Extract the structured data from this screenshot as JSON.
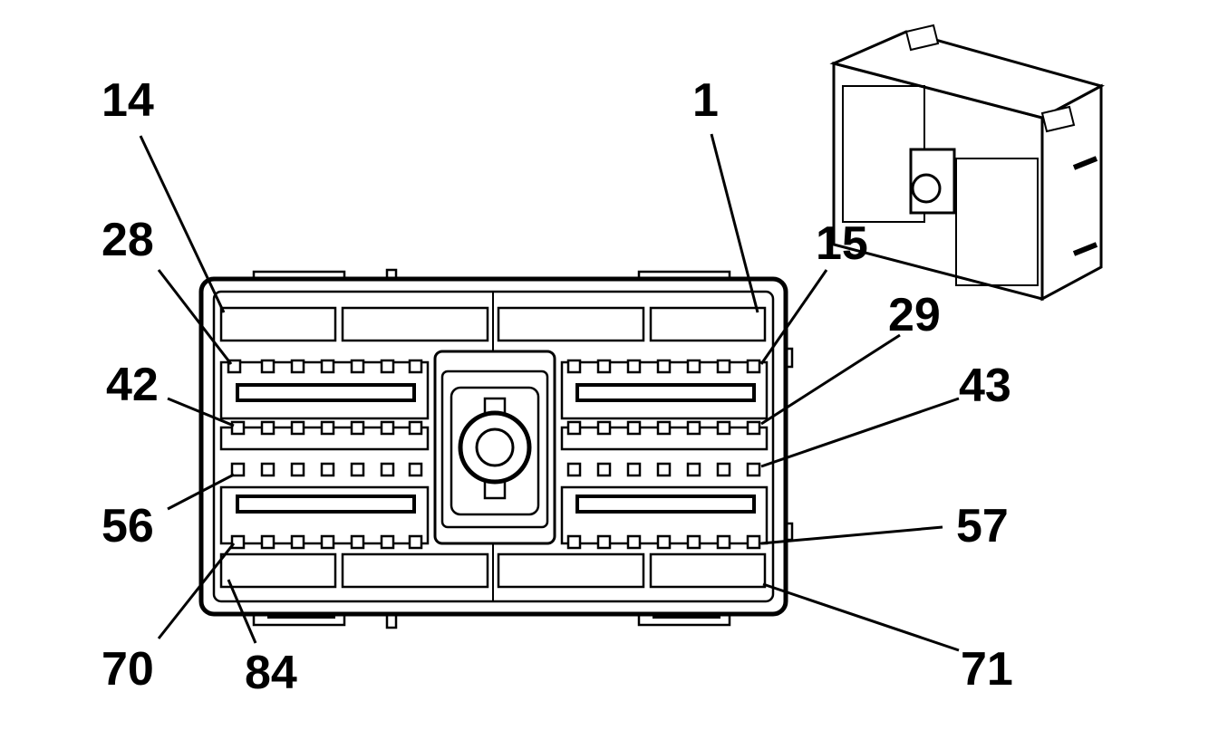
{
  "diagram": {
    "pin_labels": {
      "p14": "14",
      "p1": "1",
      "p28": "28",
      "p15": "15",
      "p29": "29",
      "p42": "42",
      "p43": "43",
      "p56": "56",
      "p57": "57",
      "p70": "70",
      "p84": "84",
      "p71": "71"
    }
  }
}
